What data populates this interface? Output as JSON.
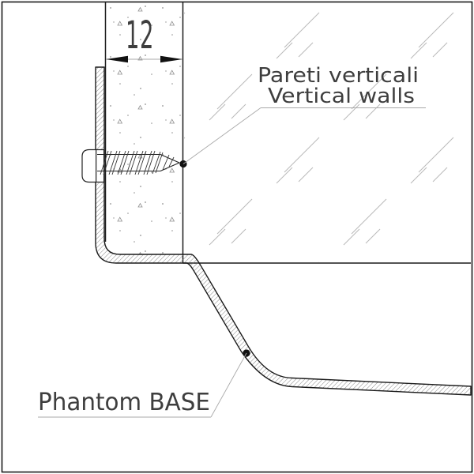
{
  "drawing": {
    "dimension": {
      "value": "12"
    },
    "wall_label": {
      "line1": "Pareti verticali",
      "line2": "Vertical walls"
    },
    "base_label": "Phantom BASE",
    "colors": {
      "line": "#1a1a1a",
      "leader": "#a9a9a9",
      "glass_hatch": "#b9b9b9",
      "concrete_speckle": "#8f8f8f",
      "steel_hatch": "#7a7a7a",
      "text": "#3e3e3e",
      "background": "#ffffff"
    }
  }
}
